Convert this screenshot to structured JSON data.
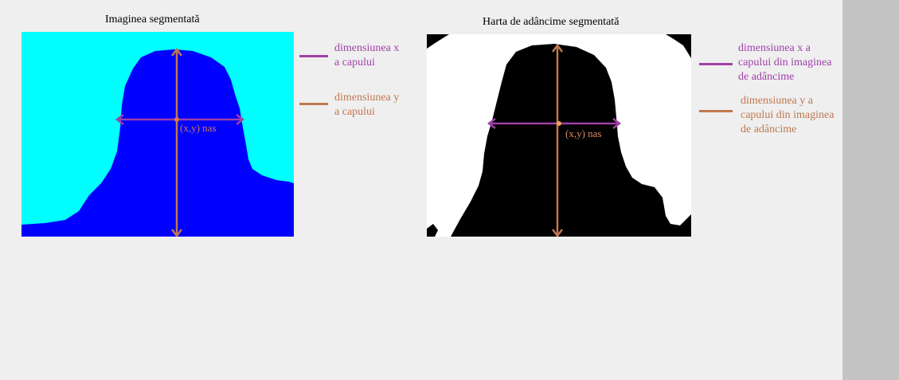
{
  "panels": {
    "left": {
      "title": "Imaginea segmentată",
      "nose_label": "(x,y) nas",
      "background_color": "#00ffff",
      "head_color": "#0000ff"
    },
    "right": {
      "title": "Harta de adâncime segmentată",
      "nose_label": "(x,y) nas",
      "background_color": "#ffffff",
      "head_color": "#000000"
    }
  },
  "legend_left": {
    "x_label": "dimensiunea x\na capului",
    "y_label": "dimensiunea y\na capului"
  },
  "legend_right": {
    "x_label": "dimensiunea x a\ncapului din imaginea\nde adâncime",
    "y_label": "dimensiunea y a\ncapului din imaginea\nde adâncime"
  },
  "colors": {
    "x_dimension": "#a040a8",
    "y_dimension": "#c07850",
    "left_nose_label": "#d07860",
    "right_nose_label": "#e08a60",
    "page_background": "#efefef",
    "side_strip": "#c3c3c3"
  }
}
